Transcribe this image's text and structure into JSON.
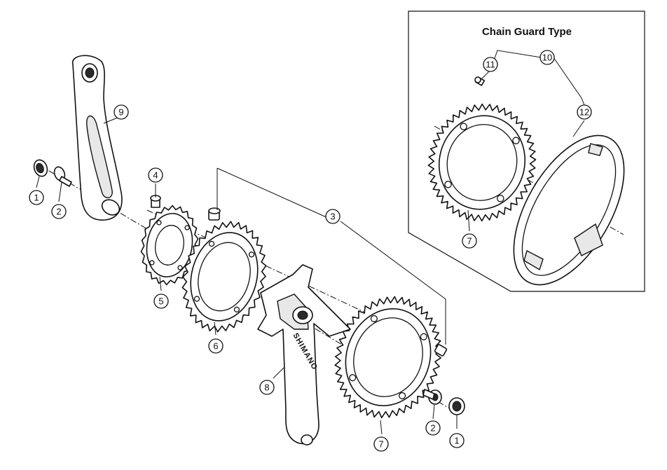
{
  "inset": {
    "title": "Chain Guard Type"
  },
  "brand_text": "SHIMANO",
  "callouts": [
    "1",
    "2",
    "3",
    "4",
    "5",
    "6",
    "7",
    "8",
    "9",
    "10",
    "11",
    "12"
  ]
}
